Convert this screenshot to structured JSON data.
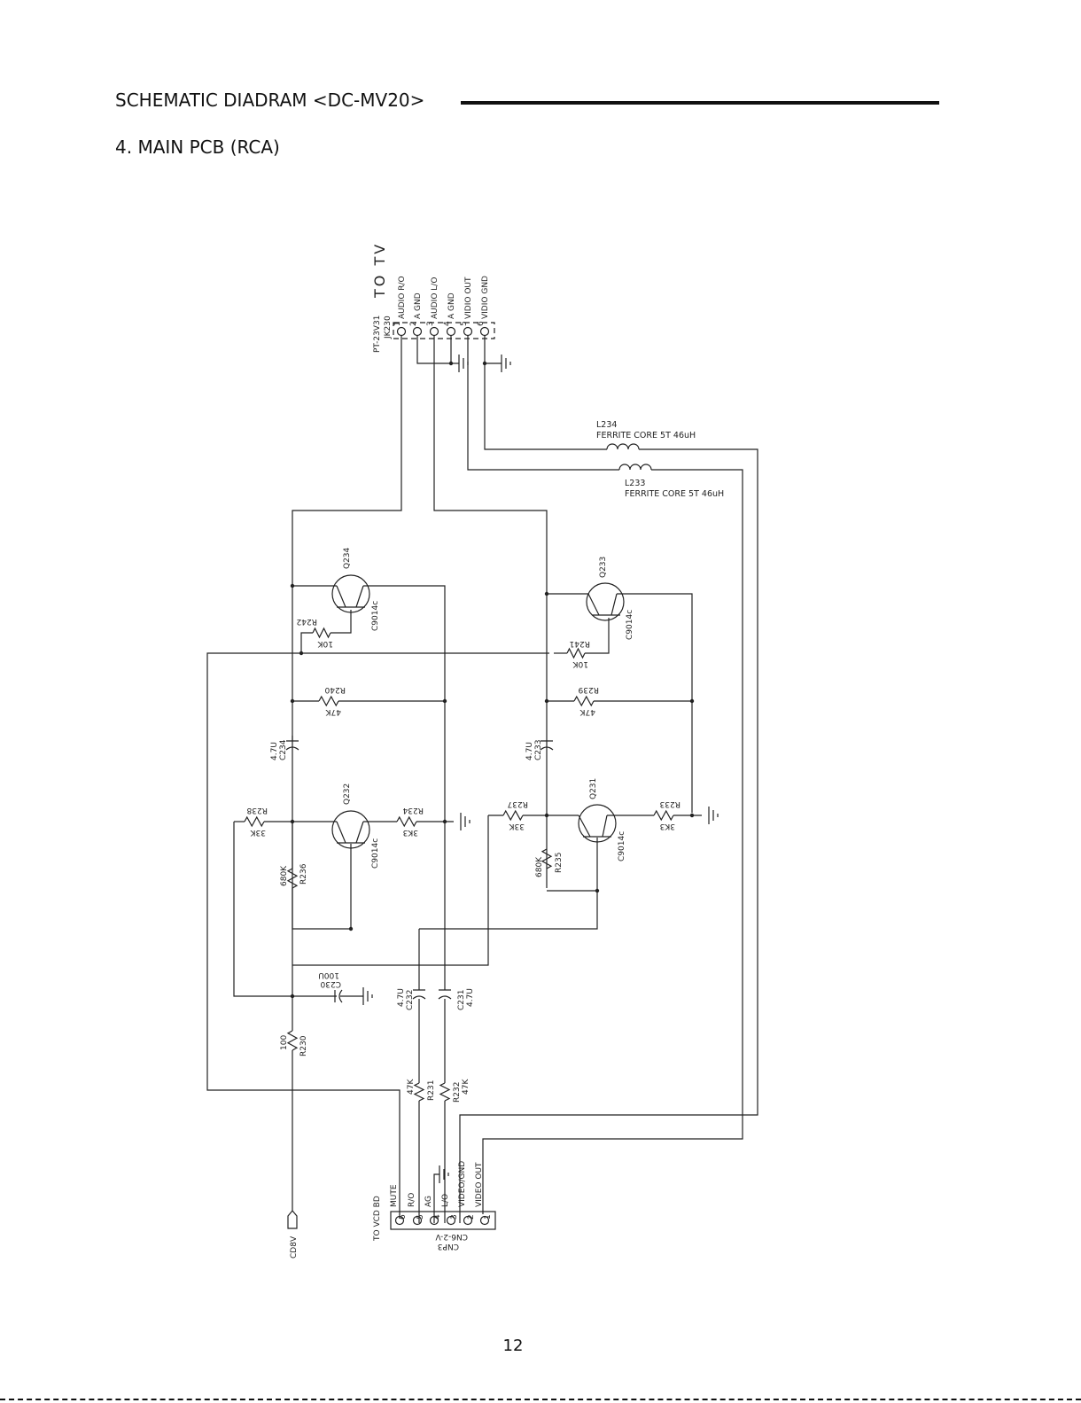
{
  "header": {
    "title": "SCHEMATIC DIADRAM <DC-MV20>",
    "section": "4. MAIN PCB (RCA)"
  },
  "page_number": "12",
  "connectors": {
    "jk230": {
      "part": "PT-23V31",
      "ref": "JK230",
      "destination": "TO TV",
      "pins": [
        "AUDIO R/O",
        "A GND",
        "AUDIO L/O",
        "A GND",
        "VIDIO OUT",
        "VIDIO GND"
      ],
      "pin_numbers": [
        "1",
        "2",
        "3",
        "4",
        "5",
        "6"
      ]
    },
    "cnp3": {
      "ref": "CNP3",
      "part": "CN6-2-V",
      "destination": "TO VCD BD",
      "pins": [
        "MUTE",
        "R/O",
        "AG",
        "L/O",
        "VIDEO/GND",
        "VIDEO OUT"
      ],
      "pin_numbers": [
        "6",
        "5",
        "4",
        "3",
        "2",
        "1"
      ]
    }
  },
  "power": {
    "label": "CD8V"
  },
  "inductors": [
    {
      "ref": "L234",
      "value": "FERRITE CORE 5T 46uH"
    },
    {
      "ref": "L233",
      "value": "FERRITE CORE 5T 46uH"
    }
  ],
  "transistors": [
    {
      "ref": "Q234",
      "type": "C9014c"
    },
    {
      "ref": "Q233",
      "type": "C9014c"
    },
    {
      "ref": "Q232",
      "type": "C9014c"
    },
    {
      "ref": "Q231",
      "type": "C9014c"
    }
  ],
  "resistors": [
    {
      "ref": "R242",
      "value": "10K"
    },
    {
      "ref": "R241",
      "value": "10K"
    },
    {
      "ref": "R240",
      "value": "47K"
    },
    {
      "ref": "R239",
      "value": "47K"
    },
    {
      "ref": "R238",
      "value": "33K"
    },
    {
      "ref": "R237",
      "value": "33K"
    },
    {
      "ref": "R236",
      "value": "680K"
    },
    {
      "ref": "R235",
      "value": "680K"
    },
    {
      "ref": "R234",
      "value": "3K3"
    },
    {
      "ref": "R233",
      "value": "3K3"
    },
    {
      "ref": "R230",
      "value": "100"
    },
    {
      "ref": "R231",
      "value": "47K"
    },
    {
      "ref": "R232",
      "value": "47K"
    }
  ],
  "capacitors": [
    {
      "ref": "C234",
      "value": "4.7U"
    },
    {
      "ref": "C233",
      "value": "4.7U"
    },
    {
      "ref": "C230",
      "value": "100U"
    },
    {
      "ref": "C232",
      "value": "4.7U"
    },
    {
      "ref": "C231",
      "value": "4.7U"
    }
  ]
}
